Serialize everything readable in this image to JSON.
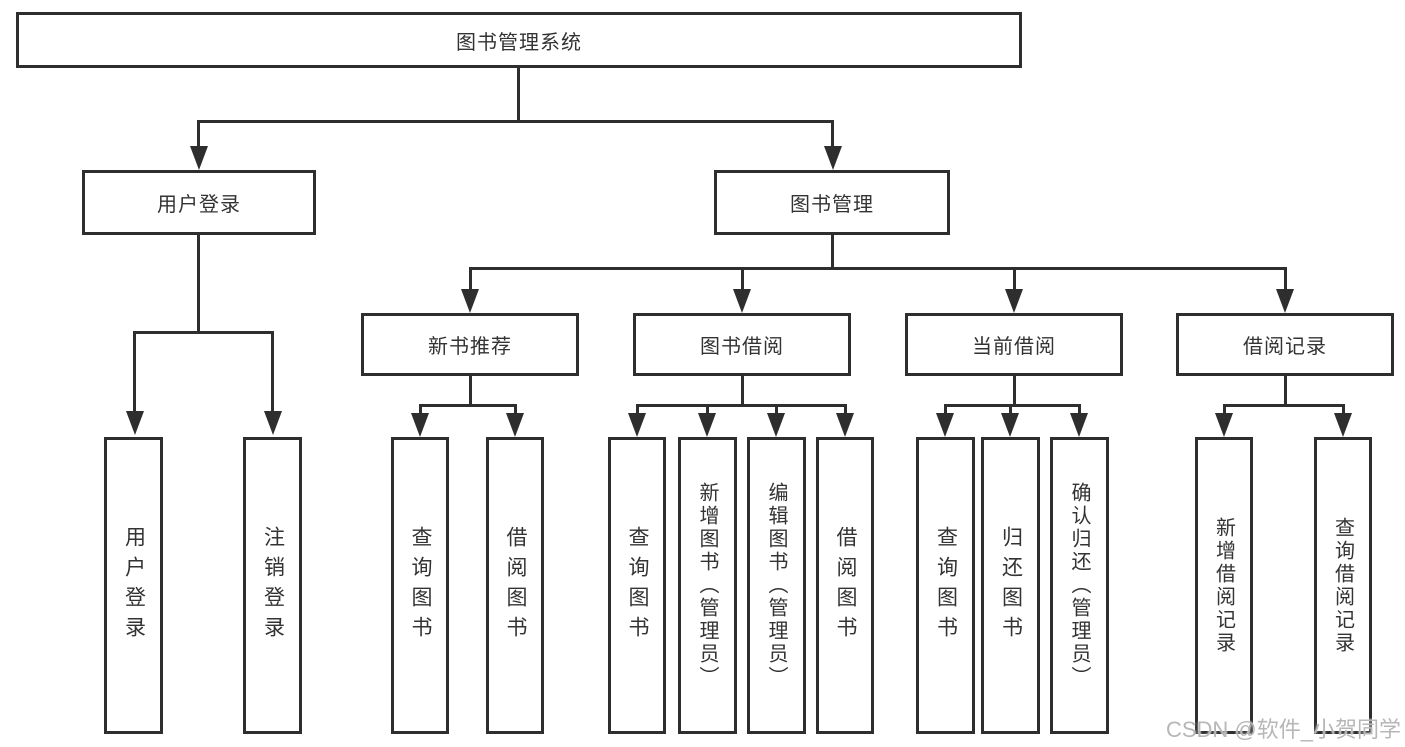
{
  "tree": {
    "root": "图书管理系统",
    "children": [
      {
        "label": "用户登录",
        "children": [
          "用户登录",
          "注销登录"
        ]
      },
      {
        "label": "图书管理",
        "children": [
          {
            "label": "新书推荐",
            "children": [
              "查询图书",
              "借阅图书"
            ]
          },
          {
            "label": "图书借阅",
            "children": [
              "查询图书",
              "新增图书（管理员）",
              "编辑图书（管理员）",
              "借阅图书"
            ]
          },
          {
            "label": "当前借阅",
            "children": [
              "查询图书",
              "归还图书",
              "确认归还（管理员）"
            ]
          },
          {
            "label": "借阅记录",
            "children": [
              "新增借阅记录",
              "查询借阅记录"
            ]
          }
        ]
      }
    ]
  },
  "watermark": {
    "text": "CSDN @软件_小贺同学"
  },
  "colors": {
    "line": "#2e2e2e",
    "border": "#2e2e2e",
    "text": "#333333",
    "watermark": "#b7b7b7",
    "background": "#ffffff"
  }
}
